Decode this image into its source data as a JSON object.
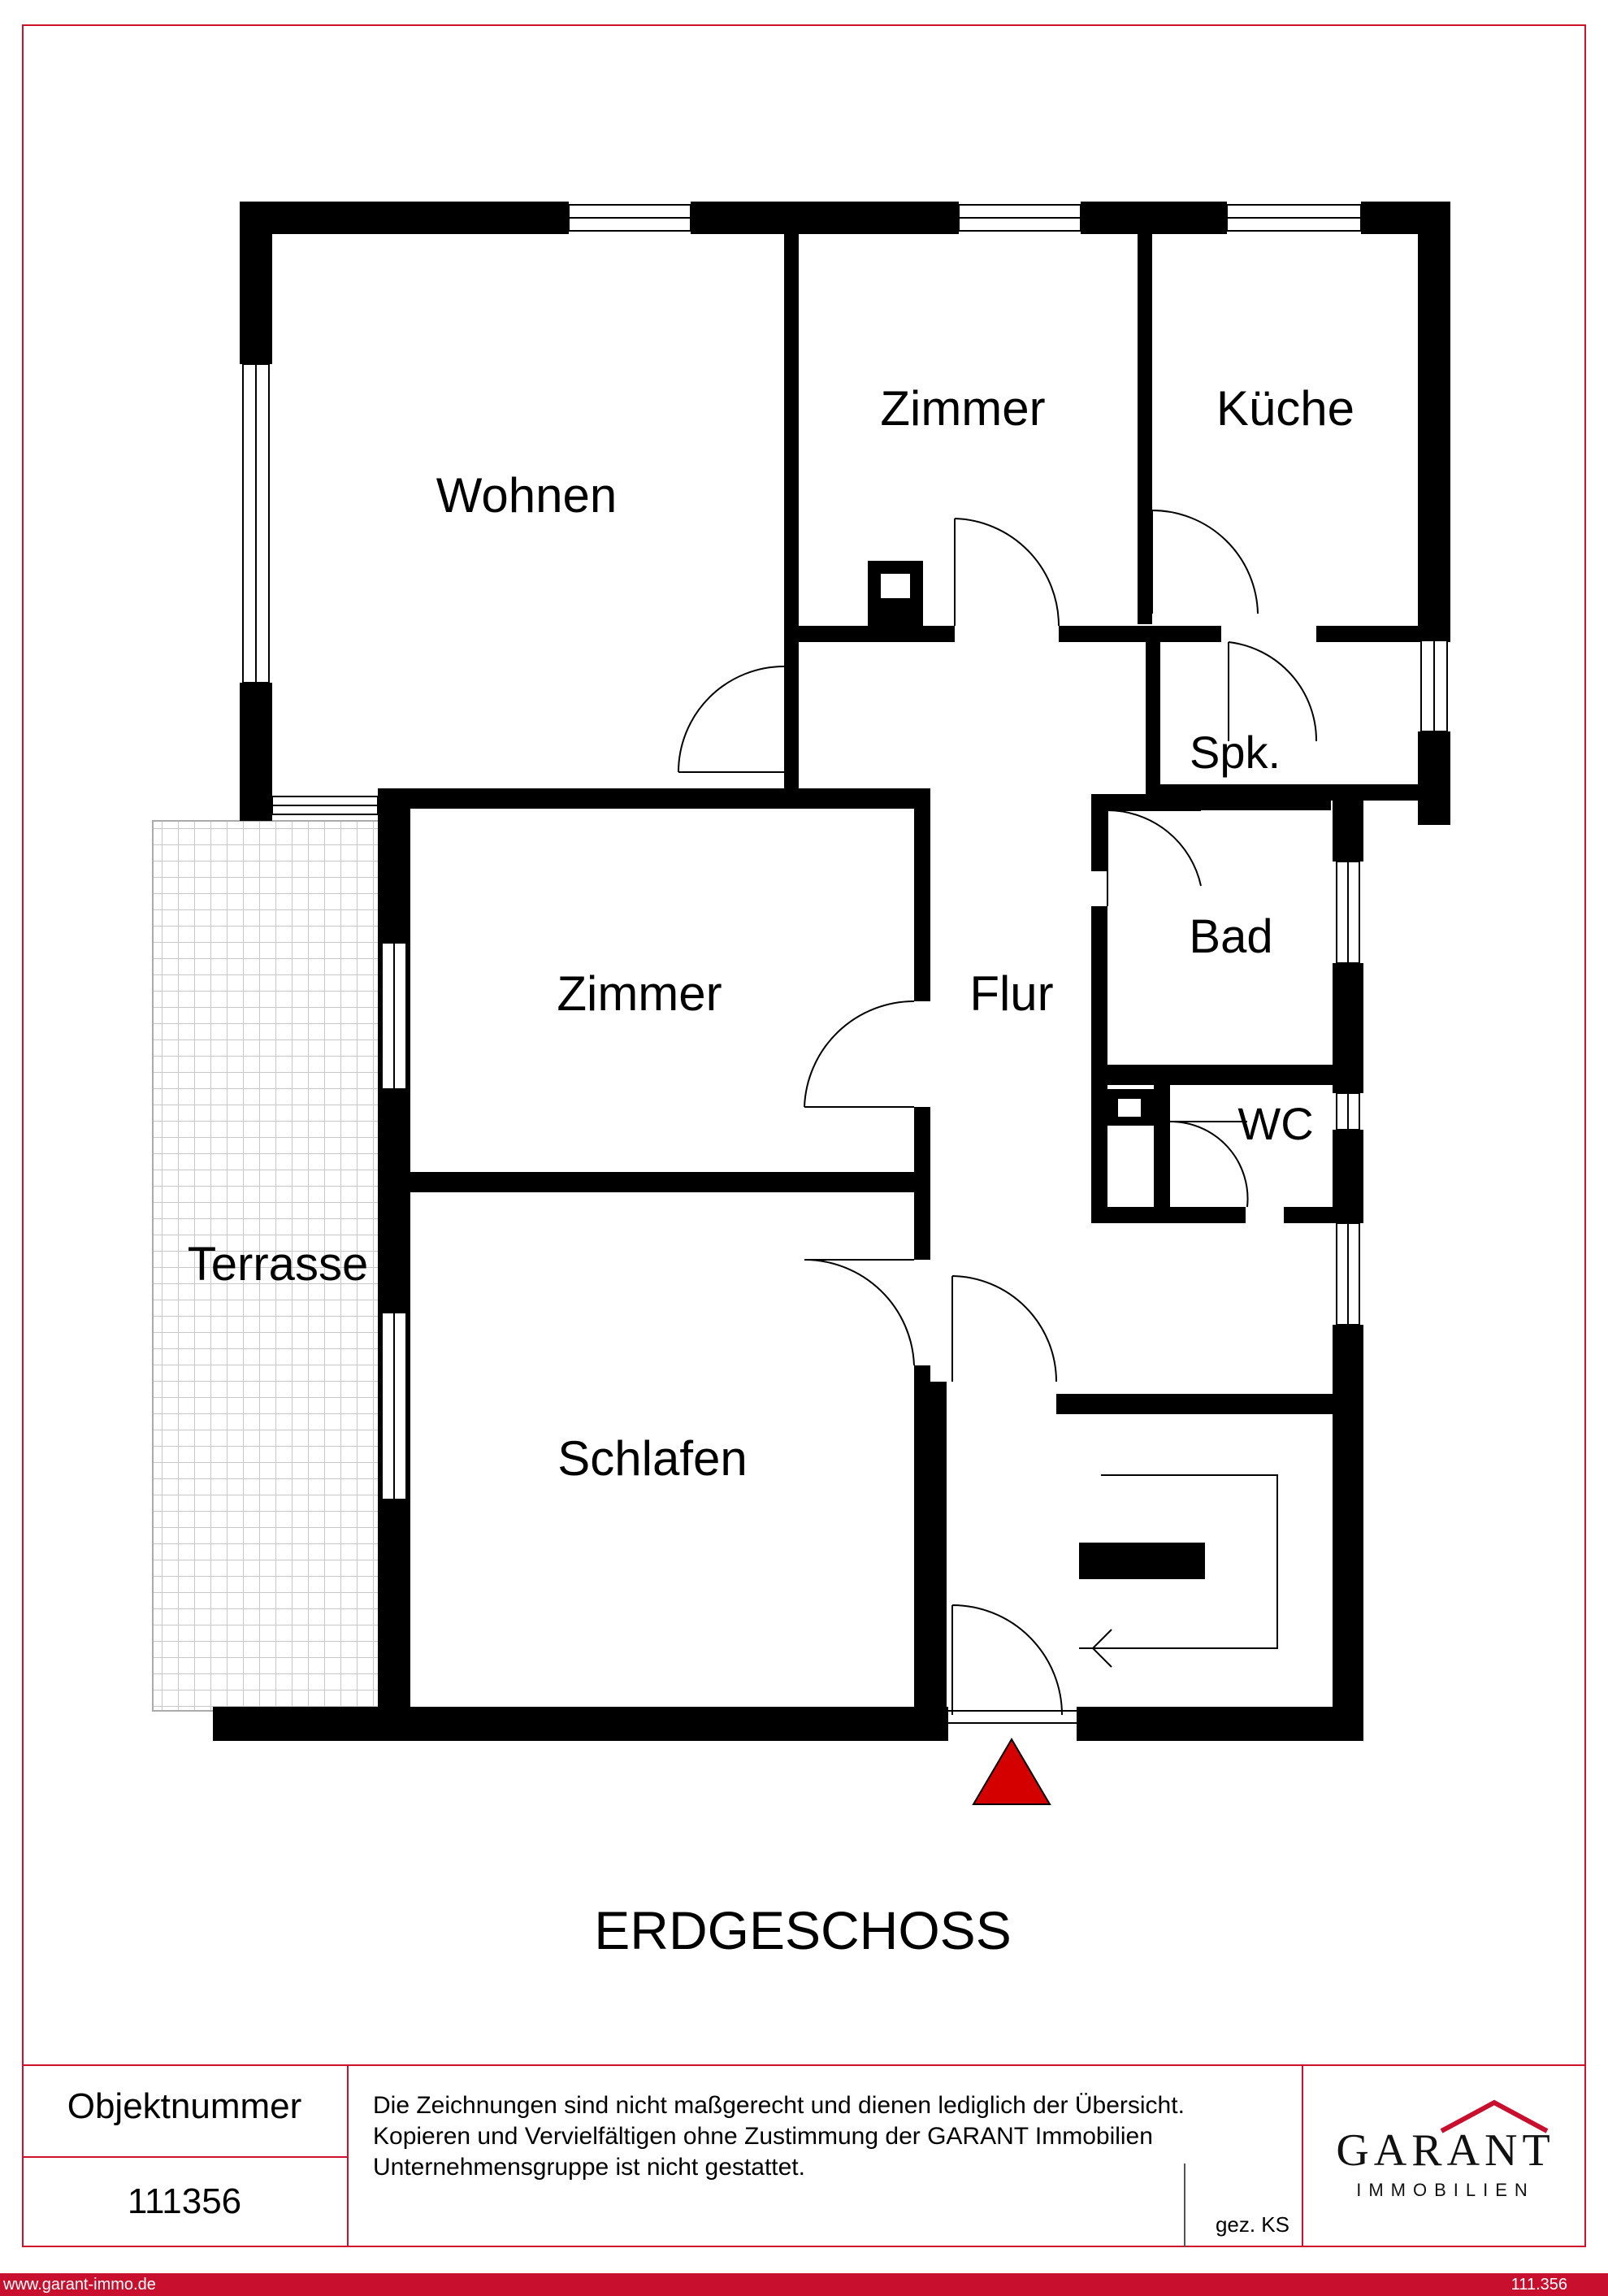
{
  "floor_title": "ERDGESCHOSS",
  "rooms": {
    "wohnen": "Wohnen",
    "zimmer1": "Zimmer",
    "kueche": "Küche",
    "spk": "Spk.",
    "bad": "Bad",
    "zimmer2": "Zimmer",
    "flur": "Flur",
    "wc": "WC",
    "terrasse": "Terrasse",
    "schlafen": "Schlafen"
  },
  "footer": {
    "object_label": "Objektnummer",
    "object_number": "111356",
    "disclaimer": "Die Zeichnungen sind nicht maßgerecht und dienen lediglich der Übersicht. Kopieren und Vervielfältigen ohne Zustimmung der GARANT Immobilien Unternehmensgruppe ist nicht gestattet.",
    "signed": "gez. KS",
    "logo_main": "GARANT",
    "logo_sub": "IMMOBILIEN"
  },
  "bottom_bar": {
    "website": "www.garant-immo.de",
    "reference": "111.356"
  },
  "colors": {
    "frame": "#d0112b",
    "entrance_marker": "#d40000",
    "wall": "#000000"
  }
}
